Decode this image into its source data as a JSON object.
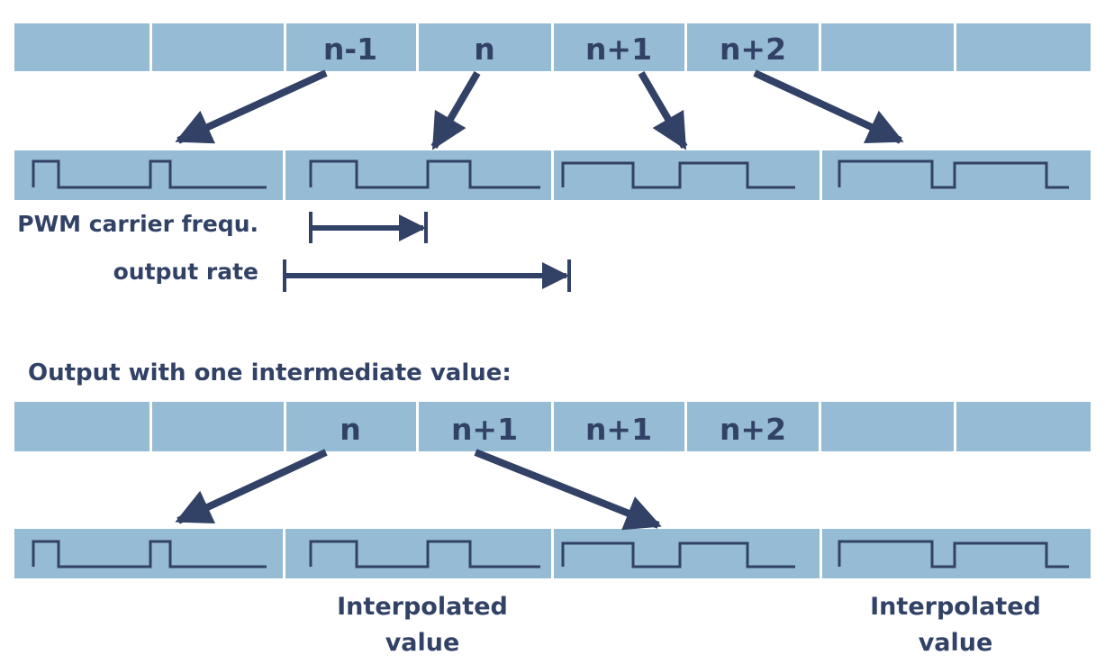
{
  "top_sequence": {
    "cells": [
      "",
      "",
      "n-1",
      "n",
      "n+1",
      "n+2",
      "",
      ""
    ]
  },
  "bottom_sequence": {
    "cells": [
      "",
      "",
      "n",
      "n+1",
      "n+1",
      "n+2",
      "",
      ""
    ]
  },
  "labels": {
    "pwm_carrier": "PWM carrier frequ.",
    "output_rate": "output rate",
    "heading": "Output with one intermediate value:",
    "interpolated_1_line1": "Interpolated",
    "interpolated_1_line2": "value",
    "interpolated_2_line1": "Interpolated",
    "interpolated_2_line2": "value"
  },
  "colors": {
    "cell_fill": "#96bbd4",
    "ink": "#324266"
  }
}
